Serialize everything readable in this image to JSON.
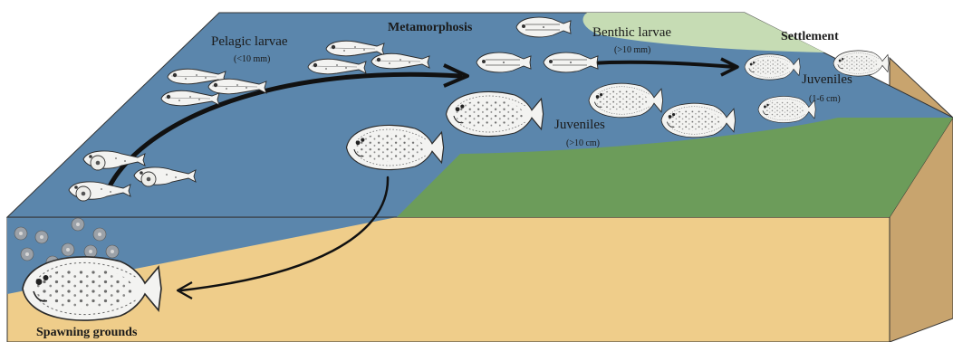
{
  "labels": {
    "pelagic_larvae": "Pelagic larvae",
    "pelagic_size": "(<10 mm)",
    "metamorphosis": "Metamorphosis",
    "benthic_larvae": "Benthic larvae",
    "benthic_size": "(>10 mm)",
    "settlement": "Settlement",
    "juveniles_small": "Juveniles",
    "juveniles_small_size": "(1-6 cm)",
    "juveniles_large": "Juveniles",
    "juveniles_large_size": "(>10 cm)",
    "spawning_grounds": "Spawning grounds"
  },
  "colors": {
    "water": "#5b86ac",
    "seagrass": "#6c9c5a",
    "seagrass_light": "#c6dcb4",
    "sand_front": "#efcd8a",
    "sand_side": "#c8a46e",
    "sand_slope": "#e6c483",
    "fish_body": "#f3f3f1",
    "egg": "#9ba1a8",
    "arrow": "#111111"
  },
  "icons": {
    "larva": "larva-icon",
    "flatfish": "flatfish-icon",
    "egg": "egg-icon"
  }
}
